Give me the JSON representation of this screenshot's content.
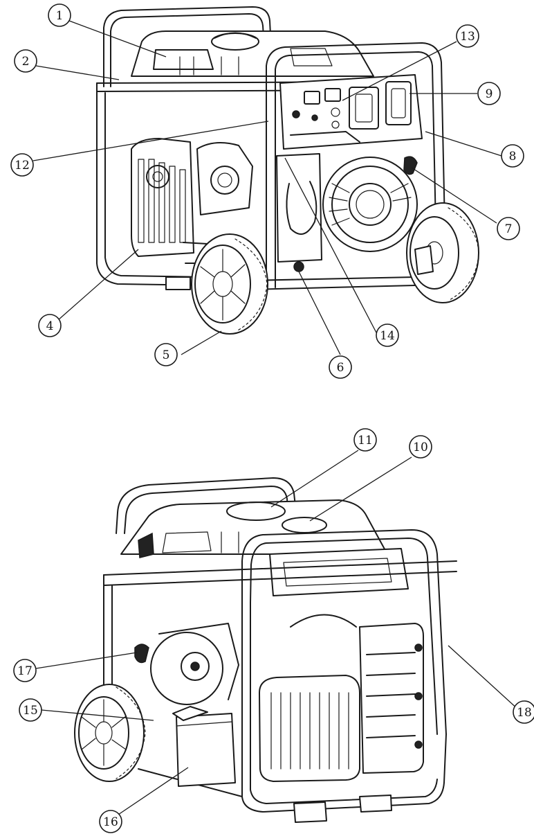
{
  "callouts": {
    "c1": "1",
    "c2": "2",
    "c3": "13",
    "c4": "9",
    "c5": "12",
    "c6": "8",
    "c7": "7",
    "c8": "4",
    "c9": "14",
    "c10": "5",
    "c11": "6",
    "c12": "11",
    "c13": "10",
    "c14": "17",
    "c15": "15",
    "c16": "18",
    "c17": "16"
  }
}
